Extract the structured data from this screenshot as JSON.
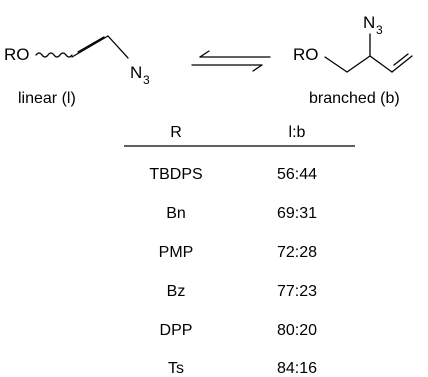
{
  "linear": {
    "ro": "RO",
    "n": "N",
    "n_sub": "3",
    "caption": "linear (l)"
  },
  "branched": {
    "ro": "RO",
    "n": "N",
    "n_sub": "3",
    "caption": "branched (b)"
  },
  "table": {
    "headers": [
      "R",
      "l:b"
    ],
    "rows": [
      [
        "TBDPS",
        "56:44"
      ],
      [
        "Bn",
        "69:31"
      ],
      [
        "PMP",
        "72:28"
      ],
      [
        "Bz",
        "77:23"
      ],
      [
        "DPP",
        "80:20"
      ],
      [
        "Ts",
        "84:16"
      ]
    ]
  }
}
